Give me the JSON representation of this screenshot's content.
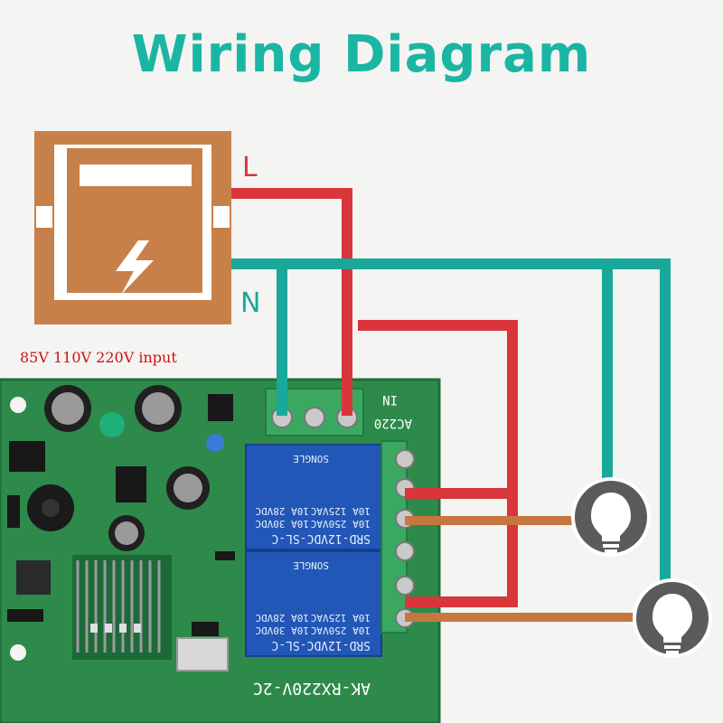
{
  "title": "Wiring Diagram",
  "live_label": "L",
  "neutral_label": "N",
  "input_note": "85V 110V 220V input",
  "board": {
    "model": "AK-RX220V-2C",
    "power_terminal": "AC220",
    "in_label": "IN",
    "relay_1": {
      "brand": "SONGLE",
      "model": "SRD-12VDC-SL-C",
      "rating_1": "10A 250VAC",
      "rating_2": "10A 125VAC",
      "rating_3": "10A 30VDC",
      "rating_4": "10A 28VDC"
    },
    "relay_2": {
      "brand": "SONGLE",
      "model": "SRD-12VDC-SL-C",
      "rating_1": "10A 250VAC",
      "rating_2": "10A 125VAC",
      "rating_3": "10A 30VDC",
      "rating_4": "10A 28VDC"
    }
  },
  "colors": {
    "title": "#1bb5a3",
    "live_wire": "#d8363b",
    "neutral_wire": "#1aa89a",
    "load_wire": "#c6773f",
    "power_source": "#c8804a",
    "pcb": "#2e8a4a",
    "relay": "#2257b8",
    "terminal": "#3aa860",
    "bulb_bg": "#5b5b5b"
  },
  "icons": [
    "power-source-icon",
    "lightning-icon",
    "bulb-icon"
  ]
}
